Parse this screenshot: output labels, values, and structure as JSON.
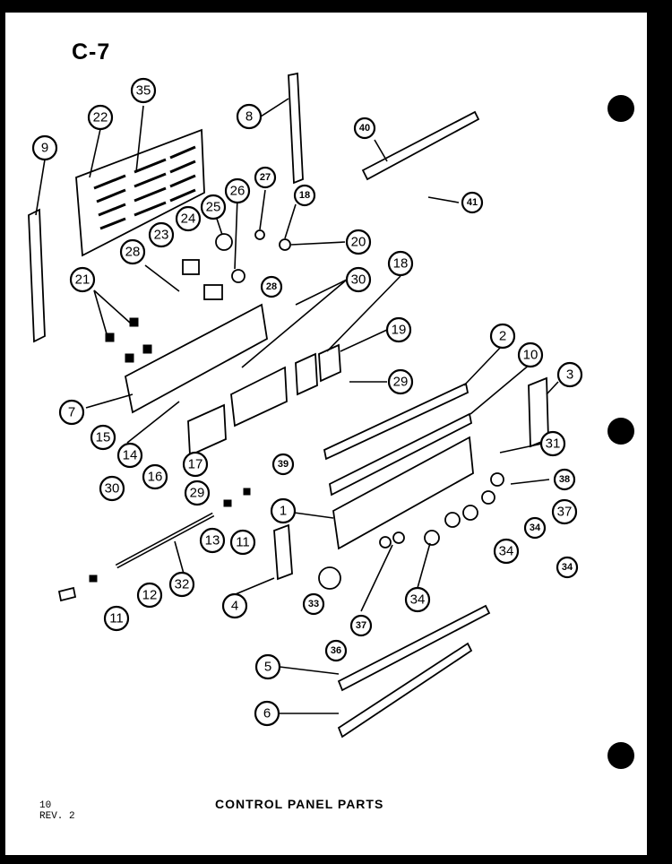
{
  "page": {
    "code": "C-7",
    "title": "CONTROL PANEL PARTS",
    "page_number": "10",
    "revision": "REV. 2"
  },
  "callouts": [
    {
      "label": "35"
    },
    {
      "label": "22"
    },
    {
      "label": "9"
    },
    {
      "label": "8"
    },
    {
      "label": "40"
    },
    {
      "label": "41"
    },
    {
      "label": "27"
    },
    {
      "label": "18"
    },
    {
      "label": "26"
    },
    {
      "label": "25"
    },
    {
      "label": "24"
    },
    {
      "label": "23"
    },
    {
      "label": "20"
    },
    {
      "label": "28"
    },
    {
      "label": "28"
    },
    {
      "label": "21"
    },
    {
      "label": "30"
    },
    {
      "label": "18"
    },
    {
      "label": "19"
    },
    {
      "label": "29"
    },
    {
      "label": "2"
    },
    {
      "label": "10"
    },
    {
      "label": "3"
    },
    {
      "label": "7"
    },
    {
      "label": "15"
    },
    {
      "label": "14"
    },
    {
      "label": "16"
    },
    {
      "label": "17"
    },
    {
      "label": "30"
    },
    {
      "label": "29"
    },
    {
      "label": "39"
    },
    {
      "label": "31"
    },
    {
      "label": "38"
    },
    {
      "label": "37"
    },
    {
      "label": "34"
    },
    {
      "label": "1"
    },
    {
      "label": "34"
    },
    {
      "label": "34"
    },
    {
      "label": "13"
    },
    {
      "label": "11"
    },
    {
      "label": "32"
    },
    {
      "label": "12"
    },
    {
      "label": "11"
    },
    {
      "label": "4"
    },
    {
      "label": "33"
    },
    {
      "label": "34"
    },
    {
      "label": "37"
    },
    {
      "label": "36"
    },
    {
      "label": "5"
    },
    {
      "label": "6"
    }
  ]
}
